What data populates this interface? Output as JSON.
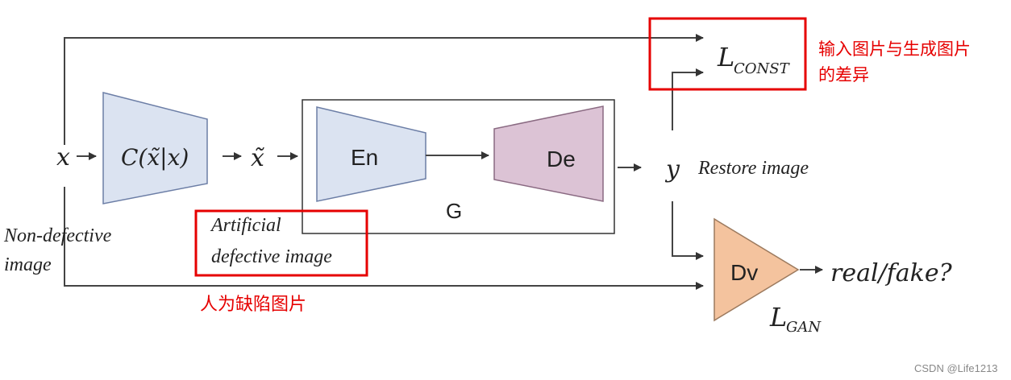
{
  "labels": {
    "input_x": "x",
    "condition_formula": "C(x̃|x)",
    "x_tilde": "x̃",
    "encoder": "En",
    "decoder": "De",
    "generator": "G",
    "output_y": "y",
    "restore_image": "Restore image",
    "non_defective": "Non-defective",
    "image_word": "image",
    "artificial": "Artificial",
    "defective_image": "defective image",
    "discriminator": "Dv",
    "real_fake": "real/fake?",
    "loss_const_main": "L",
    "loss_const_sub": "CONST",
    "loss_gan_main": "L",
    "loss_gan_sub": "GAN"
  },
  "annotations": {
    "const_note_line1": "输入图片与生成图片",
    "const_note_line2": "的差异",
    "defect_note": "人为缺陷图片"
  },
  "watermark": "CSDN @Life1213",
  "colors": {
    "condition_fill": "#dbe3f1",
    "condition_stroke": "#6c7ea6",
    "encoder_fill": "#dbe3f1",
    "encoder_stroke": "#6c7ea6",
    "decoder_fill": "#dcc3d5",
    "decoder_stroke": "#8a6a82",
    "discriminator_fill": "#f4c39e",
    "discriminator_stroke": "#9c7a5e",
    "highlight_red": "#e60000"
  }
}
